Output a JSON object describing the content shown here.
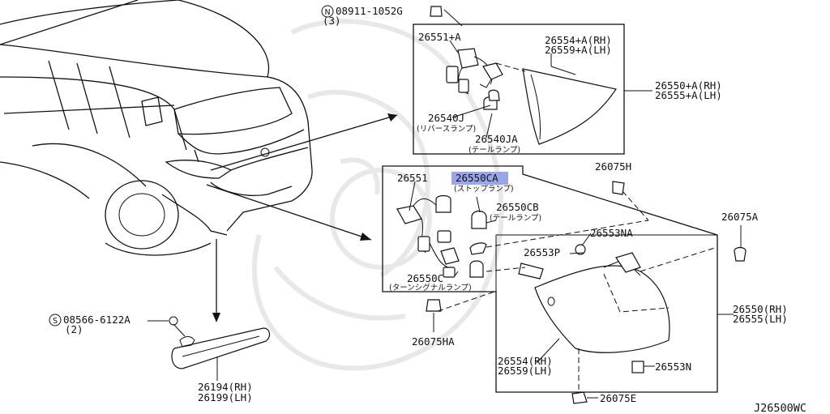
{
  "diagram_code": "J26500WC",
  "highlight_color": "#9aa6e8",
  "labels": {
    "p08911": "08911-1052G",
    "p08911_qty": "(3)",
    "p26551A": "26551+A",
    "p26554A": "26554+A(RH)",
    "p26559A": "26559+A(LH)",
    "p26550A": "26550+A(RH)",
    "p26555A": "26555+A(LH)",
    "p26540J": "26540J",
    "p26540J_sub": "(リバースランプ)",
    "p26540JA": "26540JA",
    "p26540JA_sub": "(テールランプ)",
    "p26551": "26551",
    "p26550CA": "26550CA",
    "p26550CA_sub": "(ストップランプ)",
    "p26550CB": "26550CB",
    "p26550CB_sub": "(テールランプ)",
    "p26550C": "26550C",
    "p26550C_sub": "(ターンシグナルランプ)",
    "p26075H": "26075H",
    "p26075A": "26075A",
    "p26553NA": "26553NA",
    "p26553P": "26553P",
    "p26550": "26550(RH)",
    "p26555": "26555(LH)",
    "p26075HA": "26075HA",
    "p26554": "26554(RH)",
    "p26559": "26559(LH)",
    "p26553N": "26553N",
    "p26075E": "26075E",
    "p08566": "08566-6122A",
    "p08566_qty": "(2)",
    "p26194": "26194(RH)",
    "p26199": "26199(LH)"
  },
  "symbols": {
    "n_mark": "N",
    "s_mark": "S"
  }
}
